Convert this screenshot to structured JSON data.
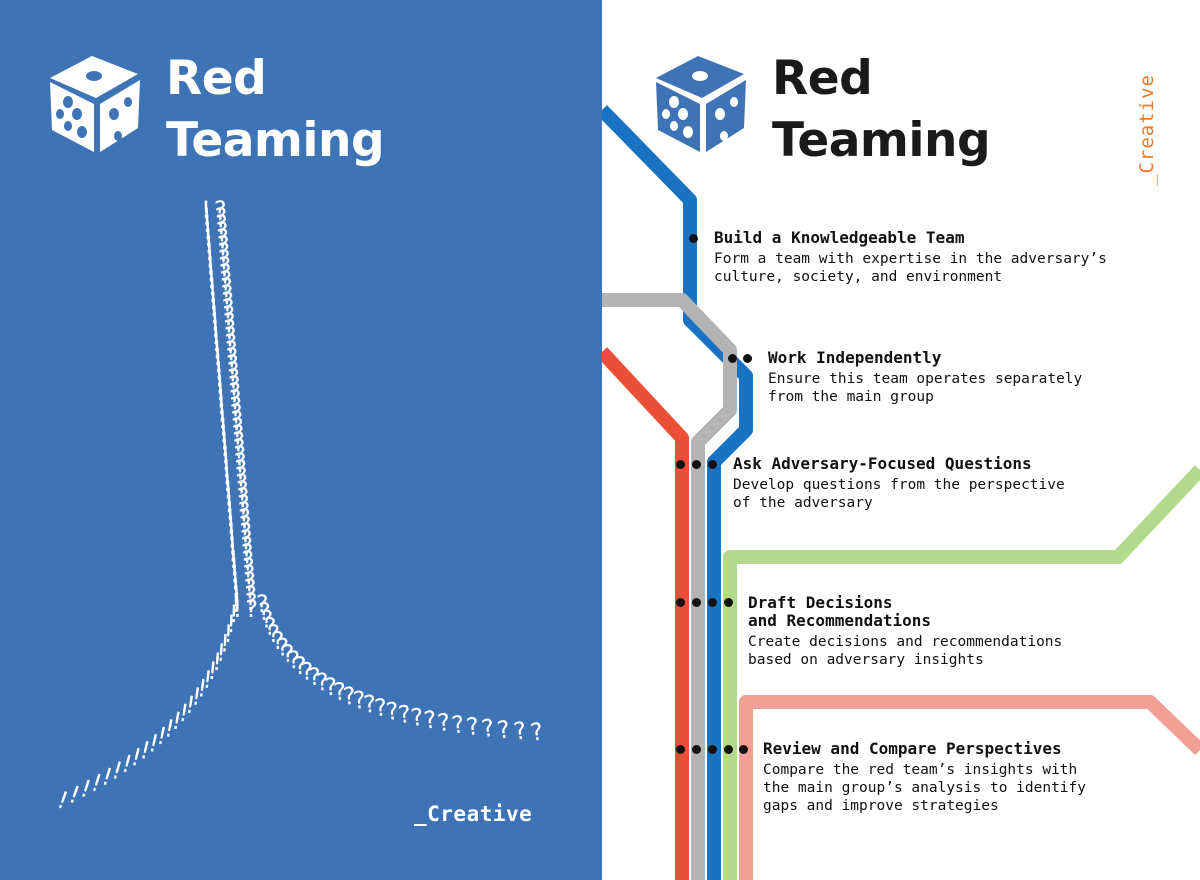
{
  "brand": {
    "title_line1": "Red",
    "title_line2": "Teaming",
    "tagline": "_Creative"
  },
  "icons": {
    "logo": "dice-icon",
    "illustration": "exclamation-question-tree"
  },
  "colors": {
    "left_background": "#3e74b6",
    "dice_right": "#3e74b6",
    "tagline_right": "#ec7b2a",
    "line_blue": "#1a73c2",
    "line_gray": "#b3b3b3",
    "line_red": "#ec4f38",
    "line_green": "#b3da8c",
    "line_pink": "#f2a096"
  },
  "steps": [
    {
      "title": "Build a Knowledgeable Team",
      "desc1": "Form a team with expertise in the adversary’s",
      "desc2": "culture, society, and environment",
      "dots": 1
    },
    {
      "title": "Work Independently",
      "desc1": "Ensure this team operates separately",
      "desc2": "from the main group",
      "dots": 2
    },
    {
      "title": "Ask Adversary-Focused Questions",
      "desc1": "Develop questions from the perspective",
      "desc2": "of the adversary",
      "dots": 3
    },
    {
      "title1": "Draft Decisions",
      "title2": "and Recommendations",
      "desc1": "Create decisions and recommendations",
      "desc2": "based on adversary insights",
      "dots": 4
    },
    {
      "title": "Review and Compare Perspectives",
      "desc1": "Compare the red team’s insights with",
      "desc2": "the main group’s analysis to identify",
      "desc3": "gaps and improve strategies",
      "dots": 5
    }
  ]
}
